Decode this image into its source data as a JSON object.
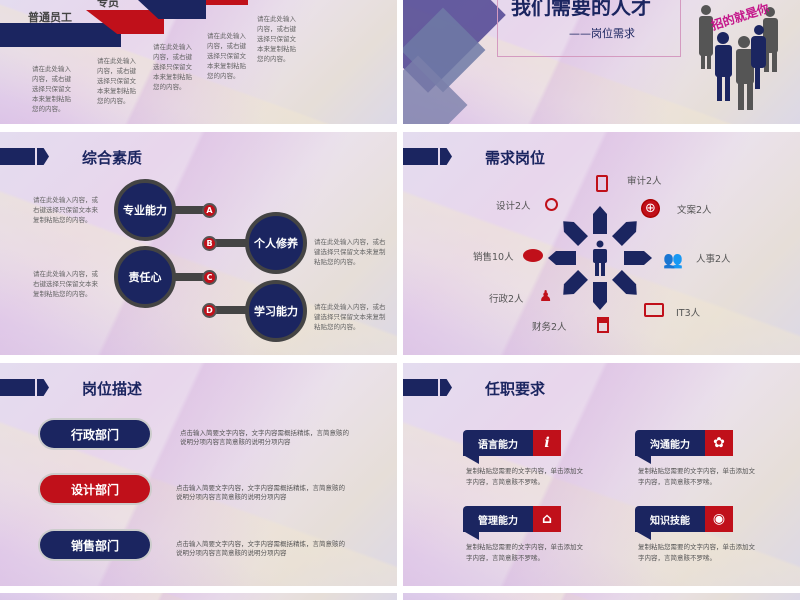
{
  "slide1": {
    "labels": [
      "普通员工",
      "专员"
    ],
    "paragraphs": [
      "请在此处输入内容，或右键选择只保留文本来复制粘贴您的内容。",
      "请在此处输入内容，或右键选择只保留文本来复制粘贴您的内容。",
      "请在此处输入内容，或右键选择只保留文本来复制粘贴您的内容。",
      "请在此处输入内容，或右键选择只保留文本来复制粘贴您的内容。",
      "请在此处输入内容，或右键选择只保留文本来复制粘贴您的内容。"
    ]
  },
  "slide2": {
    "title": "我们需要的人才",
    "subtitle": "——岗位需求",
    "slogan": "招的就是你"
  },
  "slide3": {
    "title": "综合素质",
    "items": [
      {
        "label": "专业能力",
        "badge": "A"
      },
      {
        "label": "个人修养",
        "badge": "B"
      },
      {
        "label": "责任心",
        "badge": "C"
      },
      {
        "label": "学习能力",
        "badge": "D"
      }
    ],
    "text": "请在此处输入内容，或右键选择只保留文本来复制粘贴您的内容。"
  },
  "slide4": {
    "title": "需求岗位",
    "positions": [
      {
        "label": "审计2人",
        "icon": "tablet-icon"
      },
      {
        "label": "文案2人",
        "icon": "globe-icon"
      },
      {
        "label": "人事2人",
        "icon": "users-icon"
      },
      {
        "label": "IT3人",
        "icon": "monitor-icon"
      },
      {
        "label": "财务2人",
        "icon": "calculator-icon"
      },
      {
        "label": "行政2人",
        "icon": "user-add-icon"
      },
      {
        "label": "销售10人",
        "icon": "chat-icon"
      },
      {
        "label": "设计2人",
        "icon": "search-icon"
      }
    ]
  },
  "slide5": {
    "title": "岗位描述",
    "departments": [
      {
        "label": "行政部门",
        "color": "#1b2560"
      },
      {
        "label": "设计部门",
        "color": "#c0101a"
      },
      {
        "label": "销售部门",
        "color": "#1b2560"
      }
    ],
    "text": "点击输入简要文字内容，文字内容需概括精炼，言简意赅的说明分项内容言简意赅的说明分项内容"
  },
  "slide6": {
    "title": "任职要求",
    "cards": [
      {
        "label": "语言能力",
        "icon": "info-icon",
        "glyph": "i"
      },
      {
        "label": "沟通能力",
        "icon": "gear-icon",
        "glyph": "✿"
      },
      {
        "label": "管理能力",
        "icon": "home-icon",
        "glyph": "⌂"
      },
      {
        "label": "知识技能",
        "icon": "location-pin-icon",
        "glyph": "◉"
      }
    ],
    "text": "复制粘贴您需要的文字内容，单击添加文字内容，言简意赅不罗嗦。"
  },
  "colors": {
    "navy": "#1b2560",
    "red": "#c0101a"
  }
}
